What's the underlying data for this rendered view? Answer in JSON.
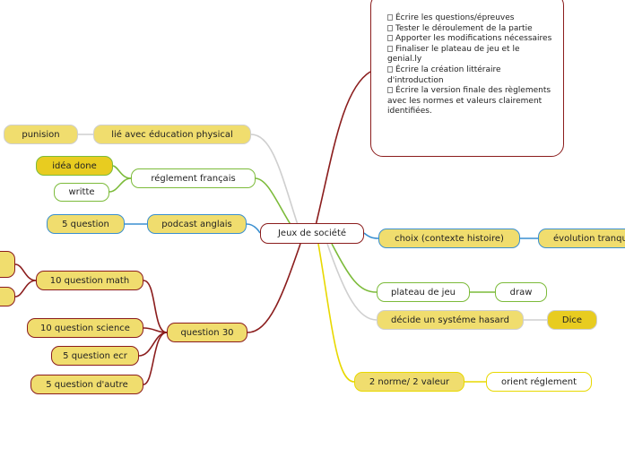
{
  "central": {
    "label": "Jeux  de société"
  },
  "callout": {
    "lines": [
      "Écrire les questions/épreuves",
      "Tester le déroulement de la partie",
      "Apporter les modifications nécessaires",
      "Finaliser le plateau de jeu et le genial.ly",
      "Écrire la création littéraire d'introduction",
      "Écrire la version finale des règlements avec les normes et valeurs clairement identifiées."
    ]
  },
  "nodes": {
    "lie_education": "lié avec éducation physical",
    "punision": "punision",
    "reglement_francais": "réglement français",
    "idea_done": "idéa done",
    "writte": "writte",
    "podcast_anglais": "podcast anglais",
    "five_question": "5 question",
    "question_30": "question 30",
    "ten_math": "10 question math",
    "ten_science": "10 question science",
    "five_ecr": "5 question ecr",
    "five_autre": "5 question d'autre",
    "choix": "choix (contexte histoire)",
    "evolution": "évolution tranquille",
    "plateau": "plateau de jeu",
    "draw": "draw",
    "decide": "décide un systéme hasard",
    "dice": "Dice",
    "norme": "2 norme/ 2 valeur",
    "orient": "orient réglement"
  },
  "colors": {
    "dark_red": "#8b1d1d",
    "gray": "#cfcfcf",
    "green": "#7cbb3a",
    "blue": "#3a8fd0",
    "yellow": "#e8d800",
    "node_yellow": "#f0dd6e",
    "node_yellow_strong": "#e8cc20"
  }
}
